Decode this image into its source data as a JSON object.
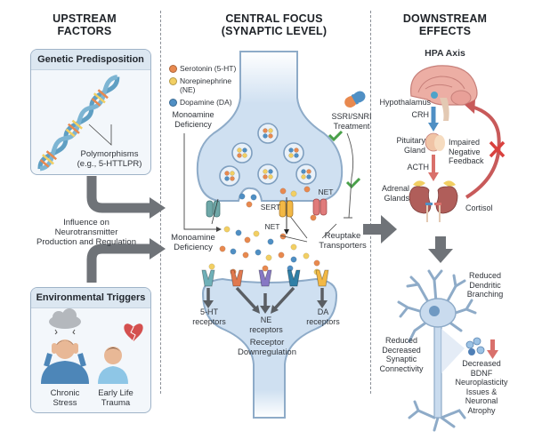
{
  "columns": {
    "upstream": {
      "title_line1": "UPSTREAM",
      "title_line2": "FACTORS"
    },
    "central": {
      "title_line1": "CENTRAL FOCUS",
      "title_line2": "(SYNAPTIC LEVEL)"
    },
    "downstream": {
      "title_line1": "DOWNSTREAM",
      "title_line2": "EFFECTS"
    }
  },
  "upstream": {
    "genetic_panel": {
      "title": "Genetic Predisposition",
      "label_line1": "Polymorphisms",
      "label_line2": "(e.g., 5-HTTLPR)",
      "icon": "dna-helix-icon"
    },
    "influence_label": {
      "line1": "Influence on",
      "line2": "Neurotransmitter",
      "line3": "Production and Regulation"
    },
    "environmental_panel": {
      "title": "Environmental Triggers",
      "items": [
        {
          "line1": "Chronic",
          "line2": "Stress",
          "icon": "stressed-person-with-cloud-icon"
        },
        {
          "line1": "Early Life",
          "line2": "Trauma",
          "icon": "child-with-broken-heart-icon"
        }
      ]
    }
  },
  "central": {
    "legend": [
      {
        "label": "Serotonin (5-HT)",
        "color": "#e8894f"
      },
      {
        "label_line1": "Norepinephrine",
        "label_line2": "(NE)",
        "color": "#f2cf63"
      },
      {
        "label": "Dopamine (DA)",
        "color": "#4f8fc4"
      }
    ],
    "monoamine_deficiency_top": {
      "line1": "Monoamine",
      "line2": "Deficiency"
    },
    "monoamine_deficiency_bottom": {
      "line1": "Monoamine",
      "line2": "Deficiency"
    },
    "treatment": {
      "line1": "SSRI/SNRI",
      "line2": "Treatment",
      "icon": "pill-capsule-icon"
    },
    "transporters": {
      "sert": "SERT",
      "net_top": "NET",
      "net_bottom": "NET"
    },
    "reuptake": {
      "line1": "Reuptake",
      "line2": "Transporters"
    },
    "receptors": [
      {
        "line1": "5-HT",
        "line2": "receptors"
      },
      {
        "line1": "NE",
        "line2": "receptors"
      },
      {
        "line1": "DA",
        "line2": "receptors"
      }
    ],
    "downregulation": {
      "line1": "Receptor",
      "line2": "Downregulation"
    }
  },
  "downstream": {
    "hpa_title": "HPA Axis",
    "hypothalamus": "Hypothalamus",
    "crh": "CRH",
    "pituitary": {
      "line1": "Pituitary",
      "line2": "Gland"
    },
    "acth": "ACTH",
    "adrenal": {
      "line1": "Adrenal",
      "line2": "Glands"
    },
    "cortisol": "Cortisol",
    "impaired_feedback": {
      "line1": "Impaired",
      "line2": "Negative",
      "line3": "Feedback"
    },
    "dendritic": {
      "line1": "Reduced",
      "line2": "Dendritic",
      "line3": "Branching"
    },
    "synaptic": {
      "line1": "Reduced",
      "line2": "Decreased",
      "line3": "Synaptic",
      "line4": "Connectivity"
    },
    "bdnf": {
      "line1": "Decreased",
      "line2": "BDNF",
      "line3": "Neuroplasticity",
      "line4": "Issues &",
      "line5": "Neuronal",
      "line6": "Atrophy"
    }
  },
  "colors": {
    "serotonin": "#e8894f",
    "norepinephrine": "#f2cf63",
    "dopamine": "#4f8fc4",
    "synapse_fill": "#cfe0f1",
    "synapse_stroke": "#8eabc8",
    "arrow_gray": "#6f7378",
    "feedback_red": "#c85a5a",
    "check_green": "#4aa04a",
    "neuron_fill": "#c9dbee"
  }
}
